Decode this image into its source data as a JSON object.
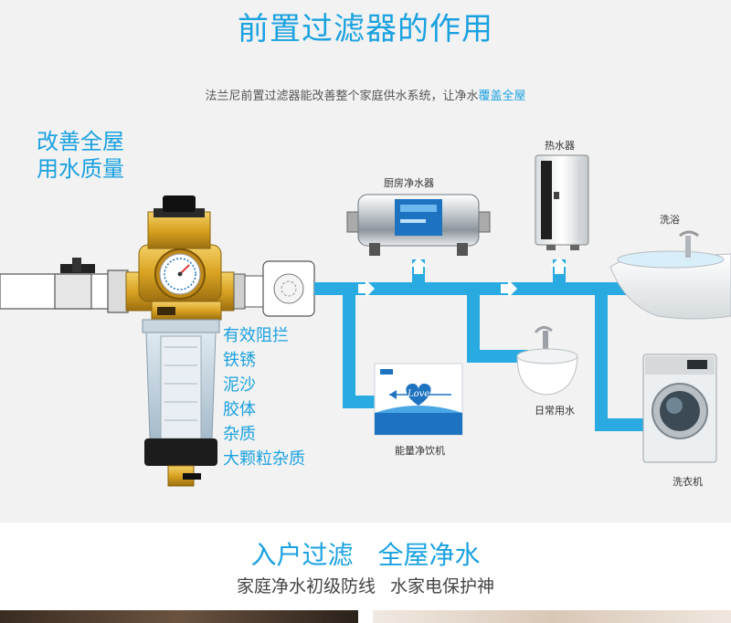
{
  "header": {
    "title": "前置过滤器的作用",
    "subtitle_main": "法兰尼前置过滤器能改善整个家庭供水系统，让净水",
    "subtitle_highlight": "覆盖全屋"
  },
  "side_slogan": {
    "line1": "改善全屋",
    "line2": "用水质量"
  },
  "block_items": [
    "有效阻拦",
    "铁锈",
    "泥沙",
    "胶体",
    "杂质",
    "大颗粒杂质"
  ],
  "appliances": {
    "kitchen_purifier": "厨房净水器",
    "water_heater": "热水器",
    "bath": "洗浴",
    "sink": "日常用水",
    "drinking_machine": "能量净饮机",
    "washing_machine": "洗衣机"
  },
  "drinking_box_text": "Love",
  "bottom": {
    "title": "入户过滤 全屋净水",
    "subtitle": "家庭净水初级防线 水家电保护神"
  },
  "colors": {
    "accent": "#1aa1e0",
    "pipe": "#29abe2",
    "brass": "#d9a321",
    "panel": "#f2f2f2"
  },
  "icons": [
    "valve-handle-icon",
    "pressure-gauge-icon",
    "flow-arrow-icon",
    "heart-icon"
  ]
}
